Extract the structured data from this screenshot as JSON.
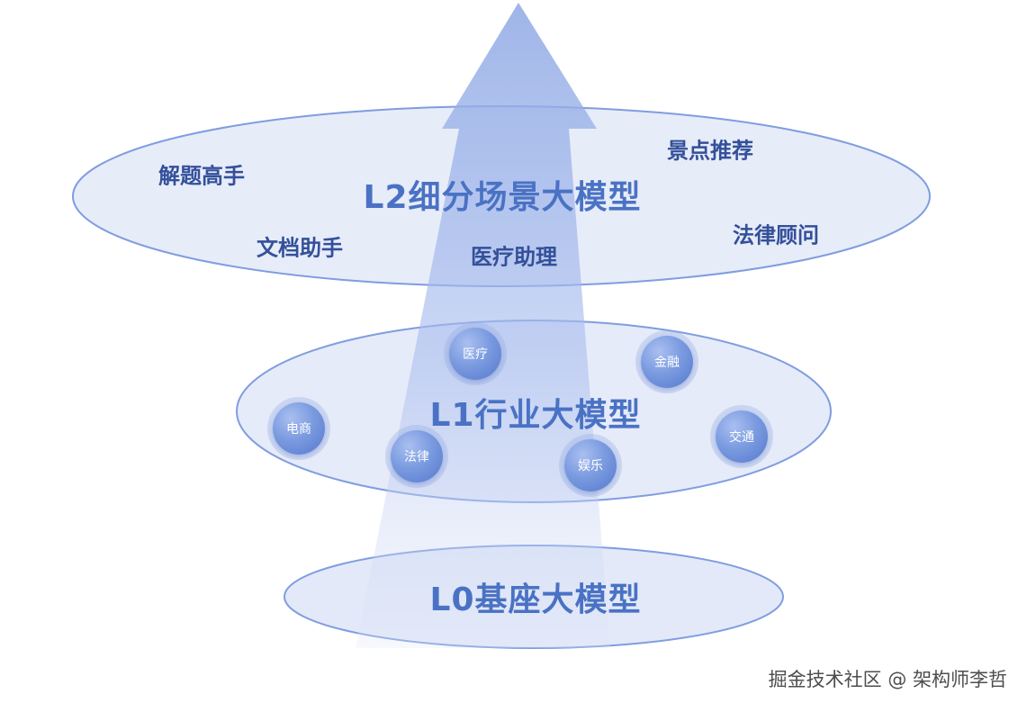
{
  "layers": {
    "l2": {
      "title": "L2细分场景大模型",
      "scenes": [
        "解题高手",
        "文档助手",
        "医疗助理",
        "景点推荐",
        "法律顾问"
      ]
    },
    "l1": {
      "title": "L1行业大模型",
      "industries": [
        "医疗",
        "金融",
        "电商",
        "法律",
        "娱乐",
        "交通"
      ]
    },
    "l0": {
      "title": "L0基座大模型"
    }
  },
  "watermark": "掘金技术社区 @ 架构师李哲",
  "colors": {
    "title": "#4a72c4",
    "scene_text": "#34509a",
    "ellipse_stroke": "#7f9de0",
    "ellipse_fill": "#e3e9f8",
    "arrow": "#9db3e8"
  }
}
